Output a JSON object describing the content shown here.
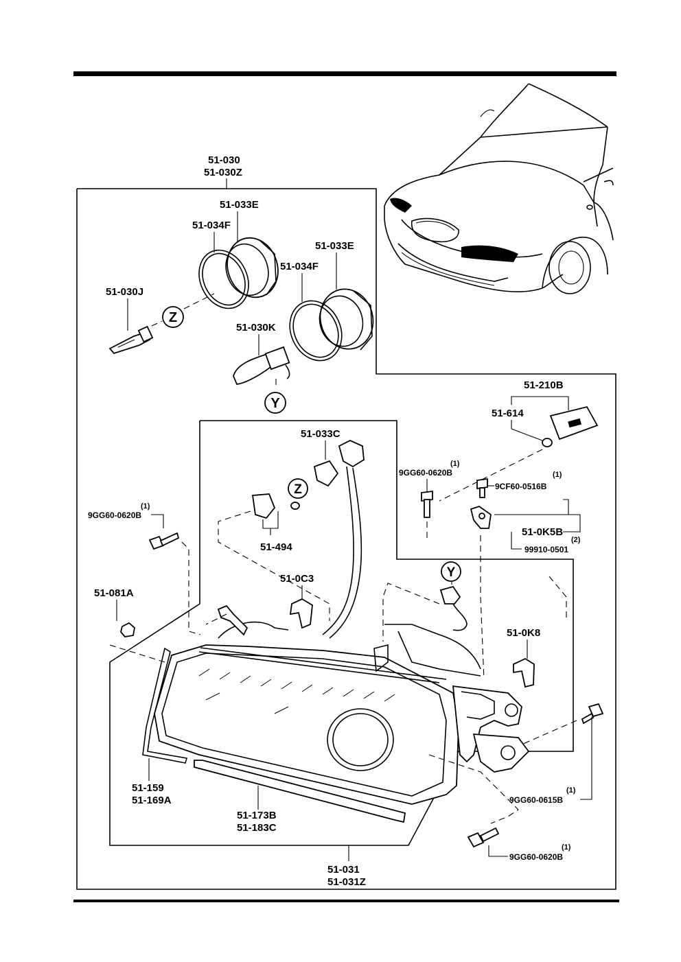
{
  "diagram": {
    "labels": {
      "assy_main": "51-030",
      "assy_main_z": "51-030Z",
      "seal_upper": "51-033E",
      "ring_upper": "51-034F",
      "bulb_h1": "51-030J",
      "seal_lower": "51-033E",
      "ring_lower": "51-034F",
      "bulb_h4": "51-030K",
      "clip_set": "51-210B",
      "clip": "51-614",
      "socket": "51-033C",
      "bolt_top": "9GG60-0620B",
      "screw_9cf": "9CF60-0516B",
      "adjuster": "51-0K5B",
      "screw_999": "99910-0501",
      "bolt_left": "9GG60-0620B",
      "bulb_494": "51-494",
      "cover_0c3": "51-0C3",
      "nut_081": "51-081A",
      "cover_0k8": "51-0K8",
      "gasket": "51-159",
      "gasket_b": "51-169A",
      "moulding": "51-173B",
      "moulding_b": "51-183C",
      "housing": "51-031",
      "housing_z": "51-031Z",
      "bolt_615": "9GG60-0615B",
      "bolt_bottom": "9GG60-0620B"
    },
    "quantities": {
      "bolt_top": "(1)",
      "screw_9cf": "(1)",
      "screw_999": "(2)",
      "bolt_left": "(1)",
      "bolt_615": "(1)",
      "bolt_bottom": "(1)"
    },
    "markers": {
      "z": "Z",
      "y": "Y"
    }
  }
}
